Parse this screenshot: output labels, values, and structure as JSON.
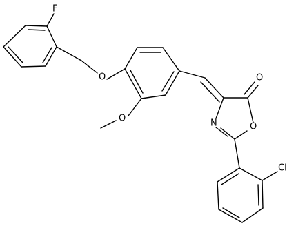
{
  "molecule": {
    "atom_labels": {
      "fluorine": "F",
      "ether_oxygen": "O",
      "methoxy_oxygen": "O",
      "carbonyl_oxygen": "O",
      "ring_nitrogen": "N",
      "ring_oxygen": "O",
      "chlorine": "Cl"
    },
    "colors": {
      "bond": "#000000",
      "label": "#000000",
      "background": "#ffffff"
    }
  }
}
